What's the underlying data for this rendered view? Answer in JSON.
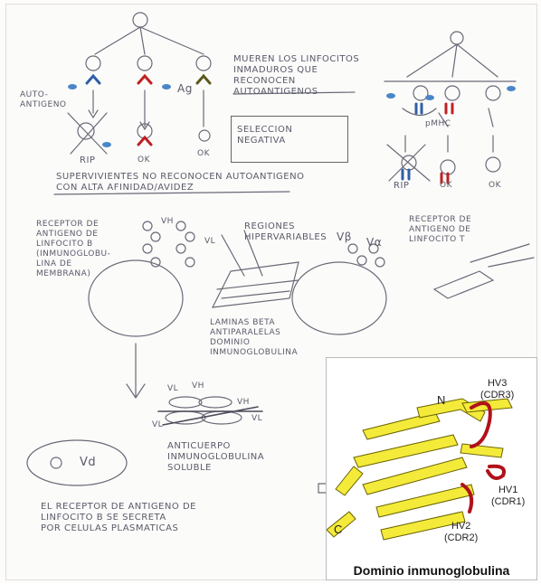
{
  "notes": {
    "mueren": [
      "MUEREN LOS LINFOCITOS",
      "INMADUROS QUE",
      "RECONOCEN",
      "AUTOANTIGENOS"
    ],
    "auto_antigeno": [
      "AUTO-",
      "ANTIGENO"
    ],
    "ag": "Ag",
    "pmhc": "pMHC",
    "rip_left": "RIP",
    "ok_left_1": "OK",
    "ok_left_2": "OK",
    "rip_right": "RIP",
    "ok_right_1": "OK",
    "ok_right_2": "OK",
    "seleccion": [
      "SELECCION",
      "NEGATIVA"
    ],
    "sobrevivientes": [
      "SUPERVIVIENTES NO RECONOCEN AUTOANTIGENO",
      "CON ALTA AFINIDAD/AVIDEZ"
    ],
    "receptor_b": [
      "RECEPTOR DE",
      "ANTIGENO DE",
      "LINFOCITO B",
      "(INMUNOGLOBU-",
      "LINA DE",
      "MEMBRANA)"
    ],
    "vh_top": "VH",
    "vl_top": "VL",
    "regiones": [
      "REGIONES",
      "HIPERVARIABLES"
    ],
    "vb": "Vβ",
    "va": "Vα",
    "receptor_t": [
      "RECEPTOR DE",
      "ANTIGENO DE",
      "LINFOCITO T"
    ],
    "laminas": [
      "LAMINAS BETA",
      "ANTIPARALELAS",
      "DOMINIO",
      "INMUNOGLOBULINA"
    ],
    "vl_ab1": "VL",
    "vh_ab": "VH",
    "vh_ab2": "VH",
    "vl_ab2": "VL",
    "vl_ab3": "VL",
    "anticuerpo": [
      "ANTICUERPO",
      "INMUNOGLOBULINA",
      "SOLUBLE"
    ],
    "cell_label": "Vd",
    "secreta": [
      "EL RECEPTOR DE ANTIGENO DE",
      "LINFOCITO B SE SECRETA",
      "POR CELULAS PLASMATICAS"
    ]
  },
  "inset": {
    "n_label": "N",
    "c_label": "C",
    "hv3": [
      "HV3",
      "(CDR3)"
    ],
    "hv1": [
      "HV1",
      "(CDR1)"
    ],
    "hv2": [
      "HV2",
      "(CDR2)"
    ],
    "caption": "Dominio inmunoglobulina"
  },
  "colors": {
    "ink": "#5a5a6a",
    "strand_yellow": "#f4ea3a",
    "strand_red": "#b0121a",
    "receptor_blue": "#2e5fa8",
    "receptor_red": "#c02020",
    "receptor_olive": "#5d5a1c",
    "antigen_blue": "#4a86c8"
  }
}
